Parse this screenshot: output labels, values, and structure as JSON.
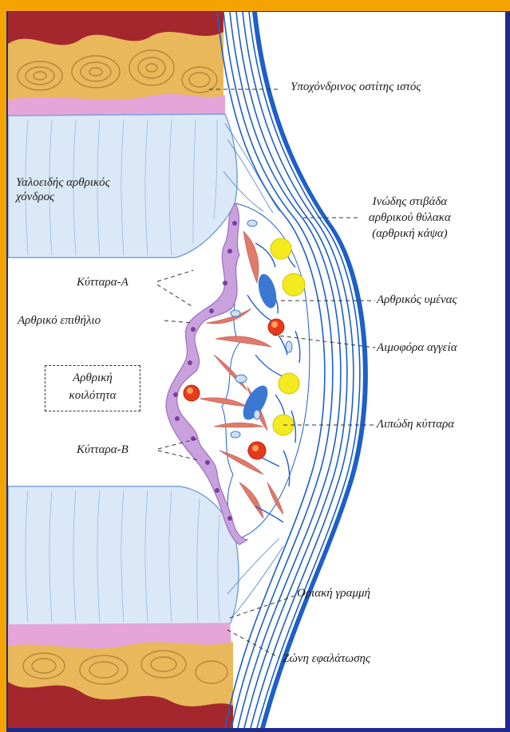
{
  "colors": {
    "frame_blue": "#1f2a8c",
    "frame_orange": "#f5a300",
    "capsule_blue": "#1e5fc8",
    "cartilage": "#dbe8f7",
    "bone": "#e9b85a",
    "marrow": "#a5272e",
    "synovial_purple": "#c9a2dd",
    "fat_yellow": "#f4ea20",
    "blood_red": "#e8391c"
  },
  "labels": {
    "subchondral_bone": "Υποχόνδρινος οστίτης ιστός",
    "hyaline_cartilage": "Υαλοειδής αρθρικός\nχόνδρος",
    "fibrous_layer": "Ινώδης στιβάδα\nαρθρικού θύλακα\n(αρθρική κάψα)",
    "cells_a": "Κύτταρα-Α",
    "synovial_membrane": "Αρθρικός υμένας",
    "synovial_epithelium": "Αρθρικό επιθήλιο",
    "blood_vessels": "Αιμοφόρα αγγεία",
    "joint_cavity": "Αρθρική\nκοιλότητα",
    "fat_cells": "Λιπώδη κύτταρα",
    "cells_b": "Κύτταρα-Β",
    "tidemark": "Οριακή γραμμή",
    "calcified_zone": "Ζώνη εφαλάτωσης"
  }
}
